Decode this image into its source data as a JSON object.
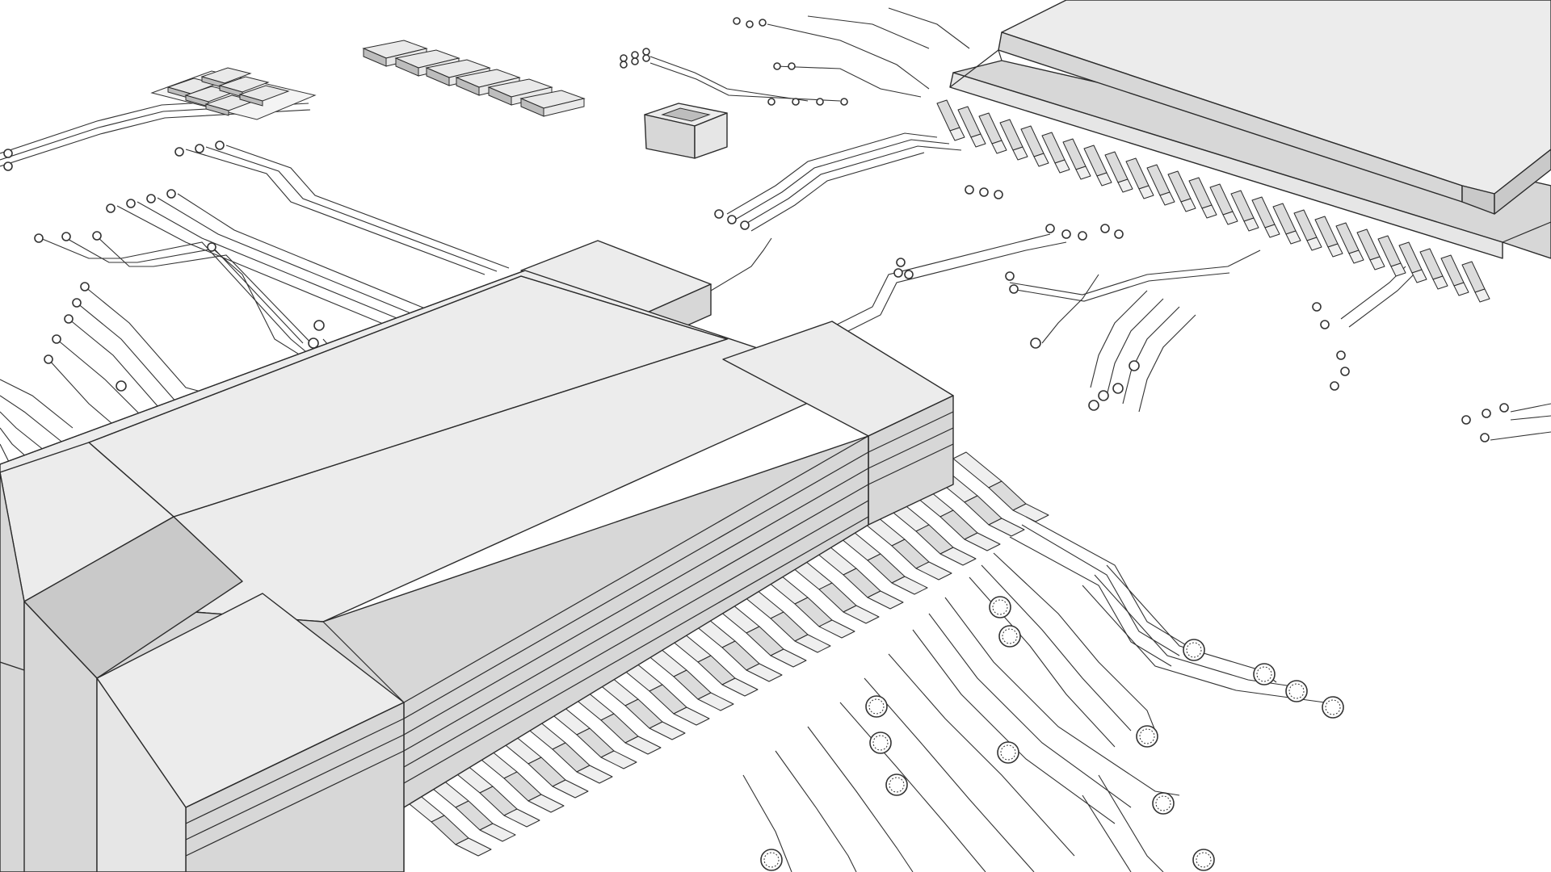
{
  "scene": {
    "description_visible_text": [],
    "background_color": "#ffffff",
    "line_color": "#2b2b2b",
    "chip_fill": "#e6e6e6"
  },
  "components": {
    "large_chip": {
      "name": "large-connector-chip"
    },
    "qfp_chip": {
      "name": "qfp-processor-chip"
    },
    "resistor_array": {
      "name": "resistor-array"
    },
    "small_socket": {
      "name": "small-socket"
    },
    "smd_cluster": {
      "name": "smd-cluster"
    }
  }
}
